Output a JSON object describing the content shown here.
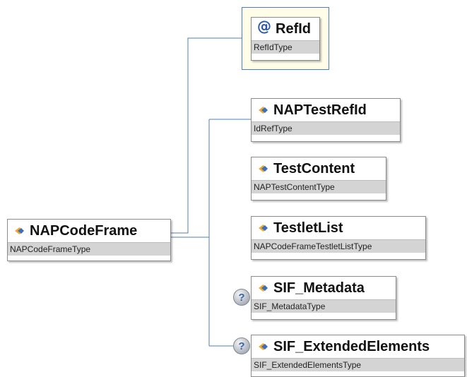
{
  "root": {
    "name": "NAPCodeFrame",
    "type": "NAPCodeFrameType",
    "icon": "element-icon"
  },
  "attribute": {
    "name": "RefId",
    "type": "RefIdType",
    "icon": "attribute-at-icon"
  },
  "children": [
    {
      "name": "NAPTestRefId",
      "type": "IdRefType",
      "optional": false
    },
    {
      "name": "TestContent",
      "type": "NAPTestContentType",
      "optional": false
    },
    {
      "name": "TestletList",
      "type": "NAPCodeFrameTestletListType",
      "optional": false
    },
    {
      "name": "SIF_Metadata",
      "type": "SIF_MetadataType",
      "optional": true,
      "badge": "?"
    },
    {
      "name": "SIF_ExtendedElements",
      "type": "SIF_ExtendedElementsType",
      "optional": true,
      "badge": "?"
    }
  ],
  "colors": {
    "connector": "#4d7fb6",
    "type_band": "#d4d4d4",
    "attribute_bg": "#fffde8"
  }
}
